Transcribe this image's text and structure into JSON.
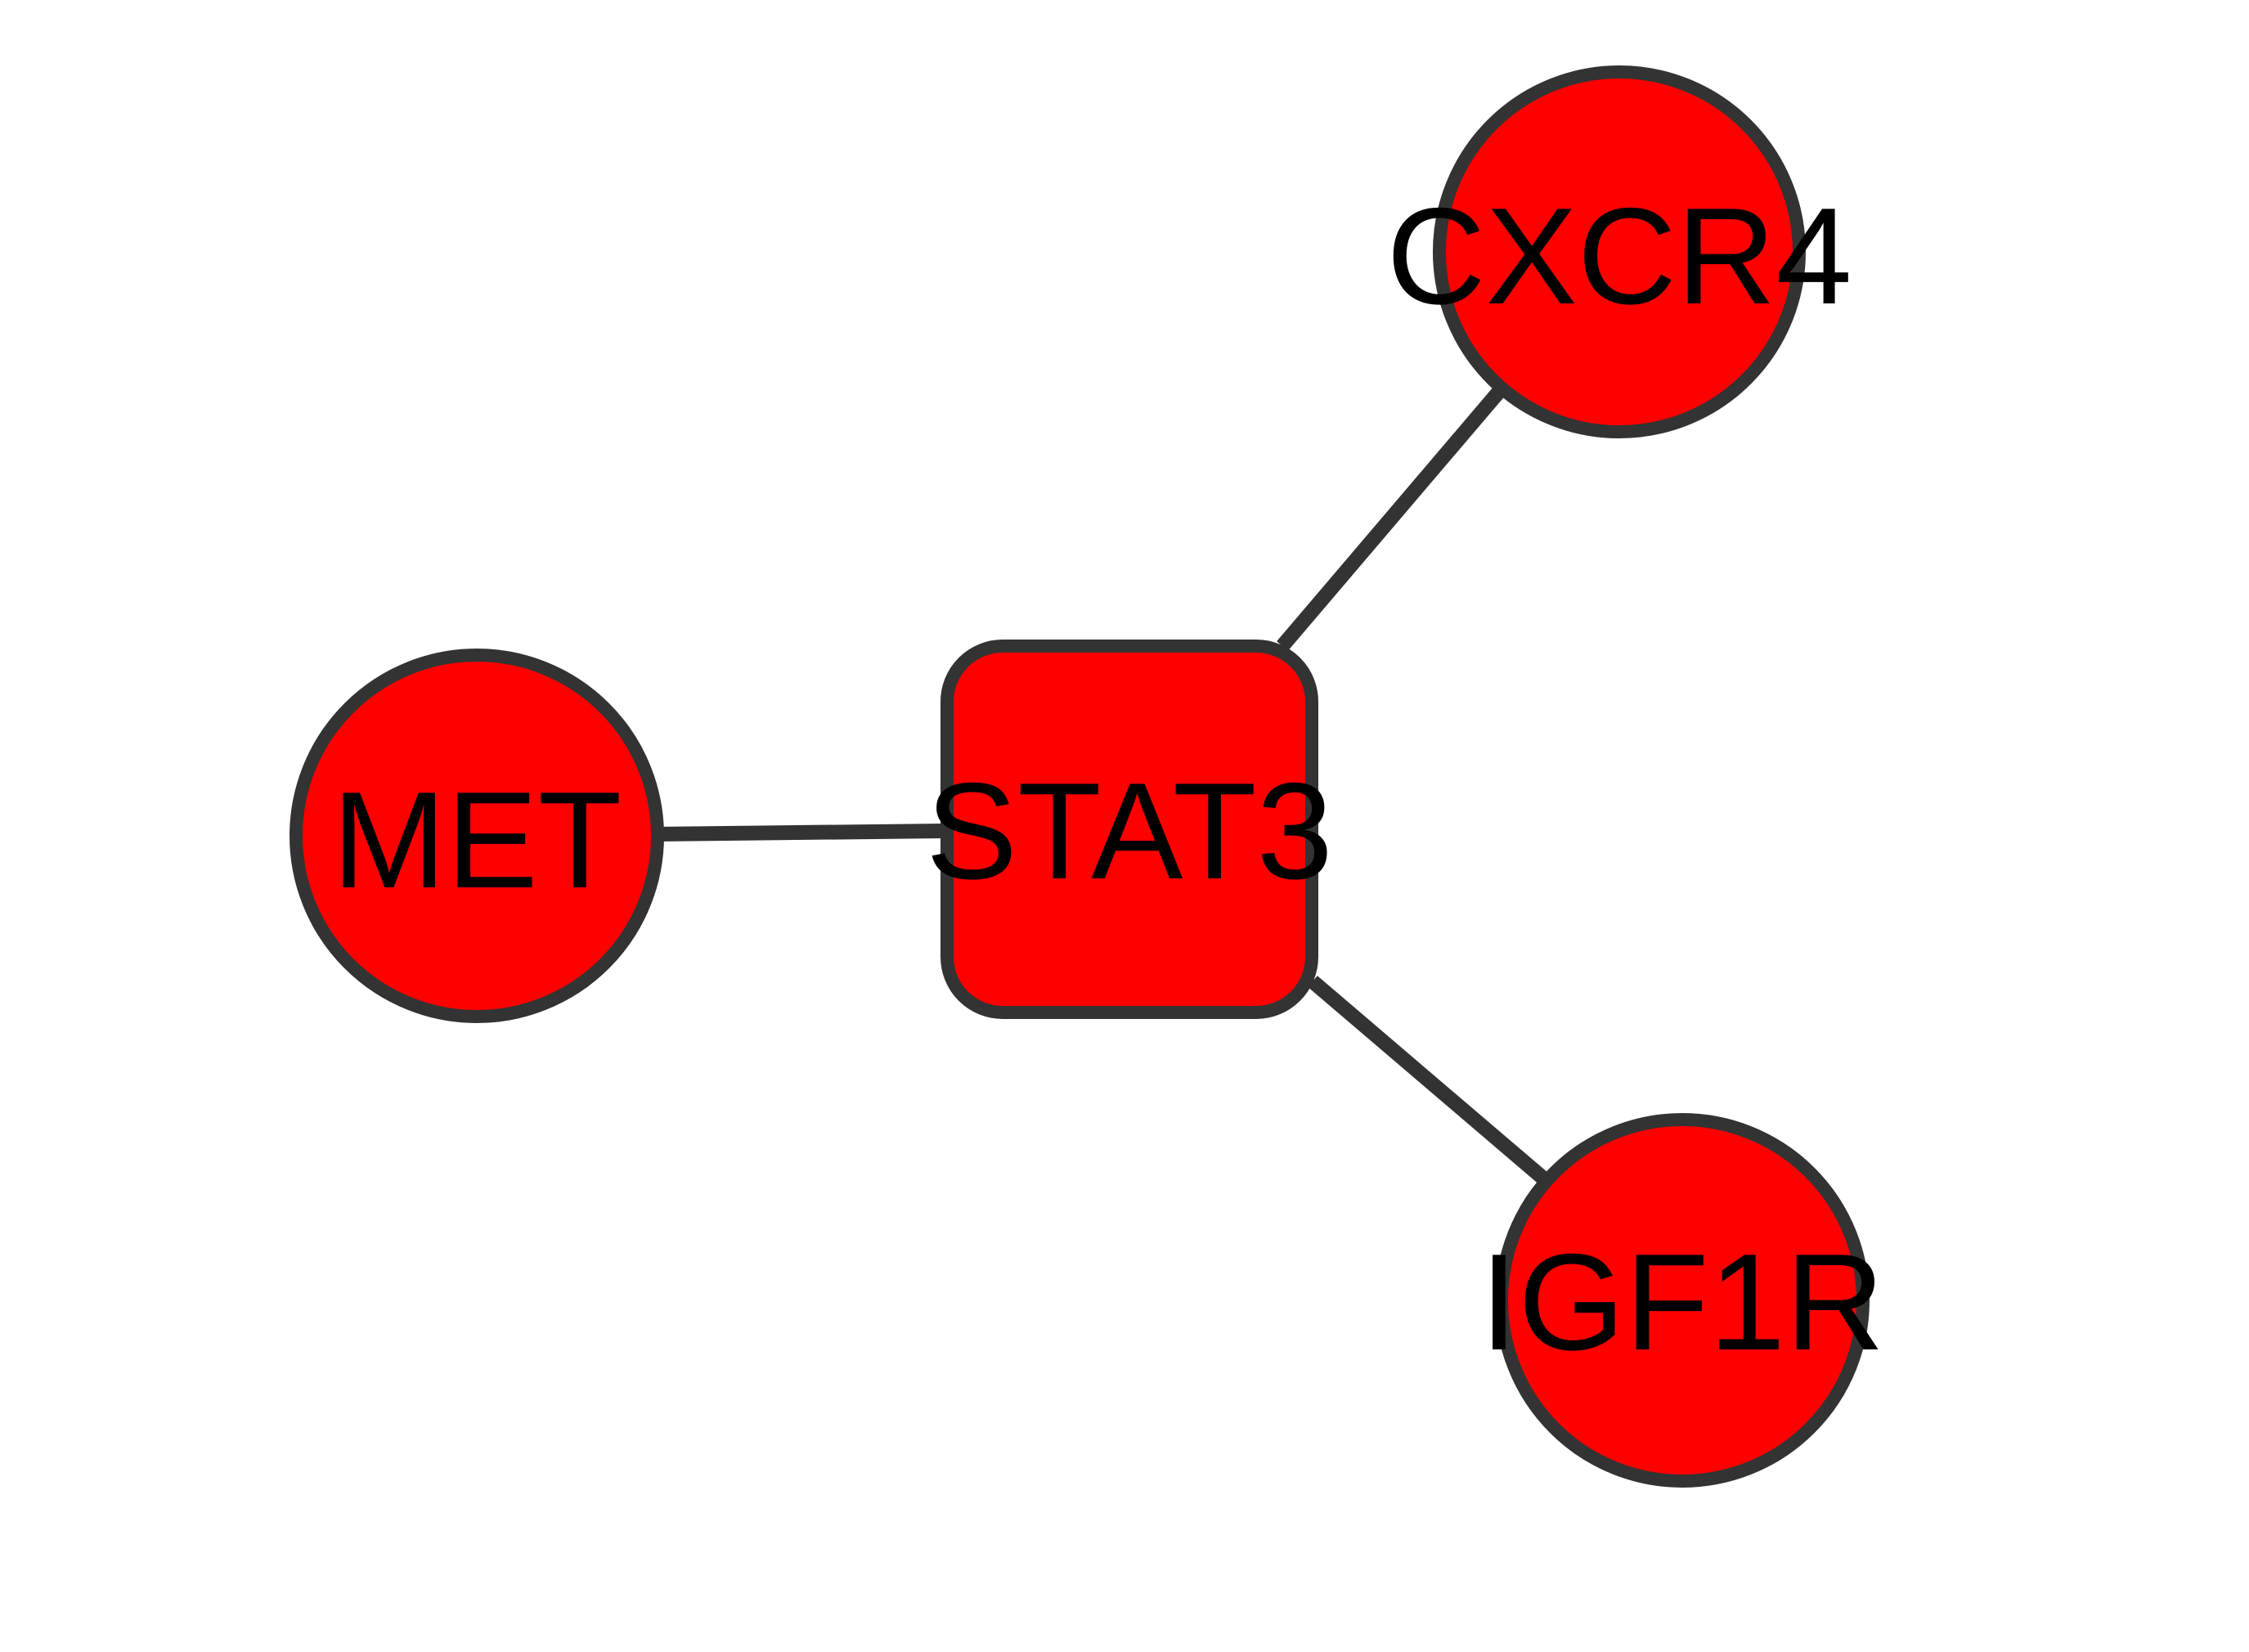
{
  "diagram": {
    "type": "network",
    "colors": {
      "node_fill": "#ff0000",
      "node_stroke": "#333333",
      "edge_stroke": "#333333",
      "label_color": "#000000",
      "background": "#ffffff"
    },
    "nodes": [
      {
        "id": "STAT3",
        "label": "STAT3",
        "shape": "rounded-square"
      },
      {
        "id": "CXCR4",
        "label": "CXCR4",
        "shape": "circle"
      },
      {
        "id": "MET",
        "label": "MET",
        "shape": "circle"
      },
      {
        "id": "IGF1R",
        "label": "IGF1R",
        "shape": "circle"
      }
    ],
    "edges": [
      {
        "source": "STAT3",
        "target": "CXCR4"
      },
      {
        "source": "STAT3",
        "target": "MET"
      },
      {
        "source": "STAT3",
        "target": "IGF1R"
      }
    ]
  }
}
